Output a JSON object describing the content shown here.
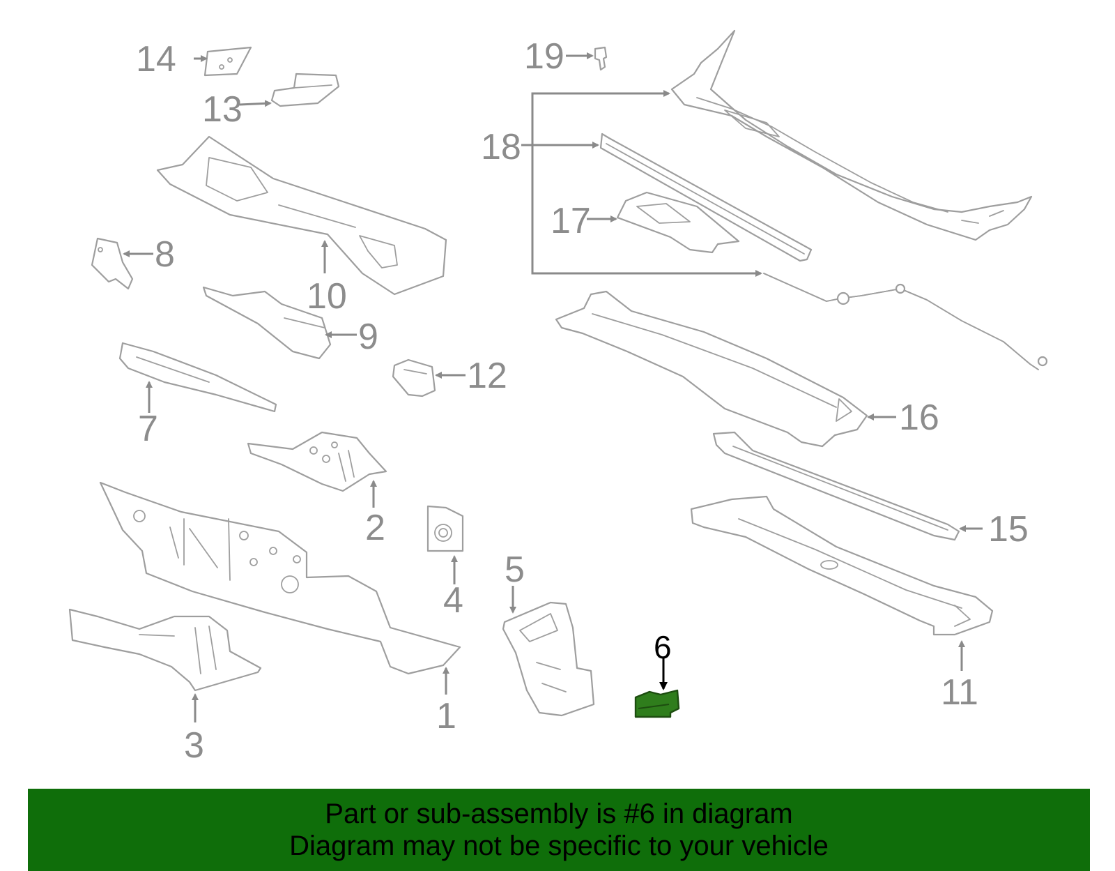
{
  "diagram": {
    "highlighted_part": "6",
    "colors": {
      "outline": "#9e9e9e",
      "callout": "#8c8c8c",
      "highlight_fill": "#2f7d1c",
      "banner": "#0f6e0a"
    },
    "callouts": {
      "c1": "1",
      "c2": "2",
      "c3": "3",
      "c4": "4",
      "c5": "5",
      "c6": "6",
      "c7": "7",
      "c8": "8",
      "c9": "9",
      "c10": "10",
      "c11": "11",
      "c12": "12",
      "c13": "13",
      "c14": "14",
      "c15": "15",
      "c16": "16",
      "c17": "17",
      "c18": "18",
      "c19": "19"
    }
  },
  "banner": {
    "line1": "Part or sub-assembly is #6 in diagram",
    "line2": "Diagram may not be specific to your vehicle"
  }
}
